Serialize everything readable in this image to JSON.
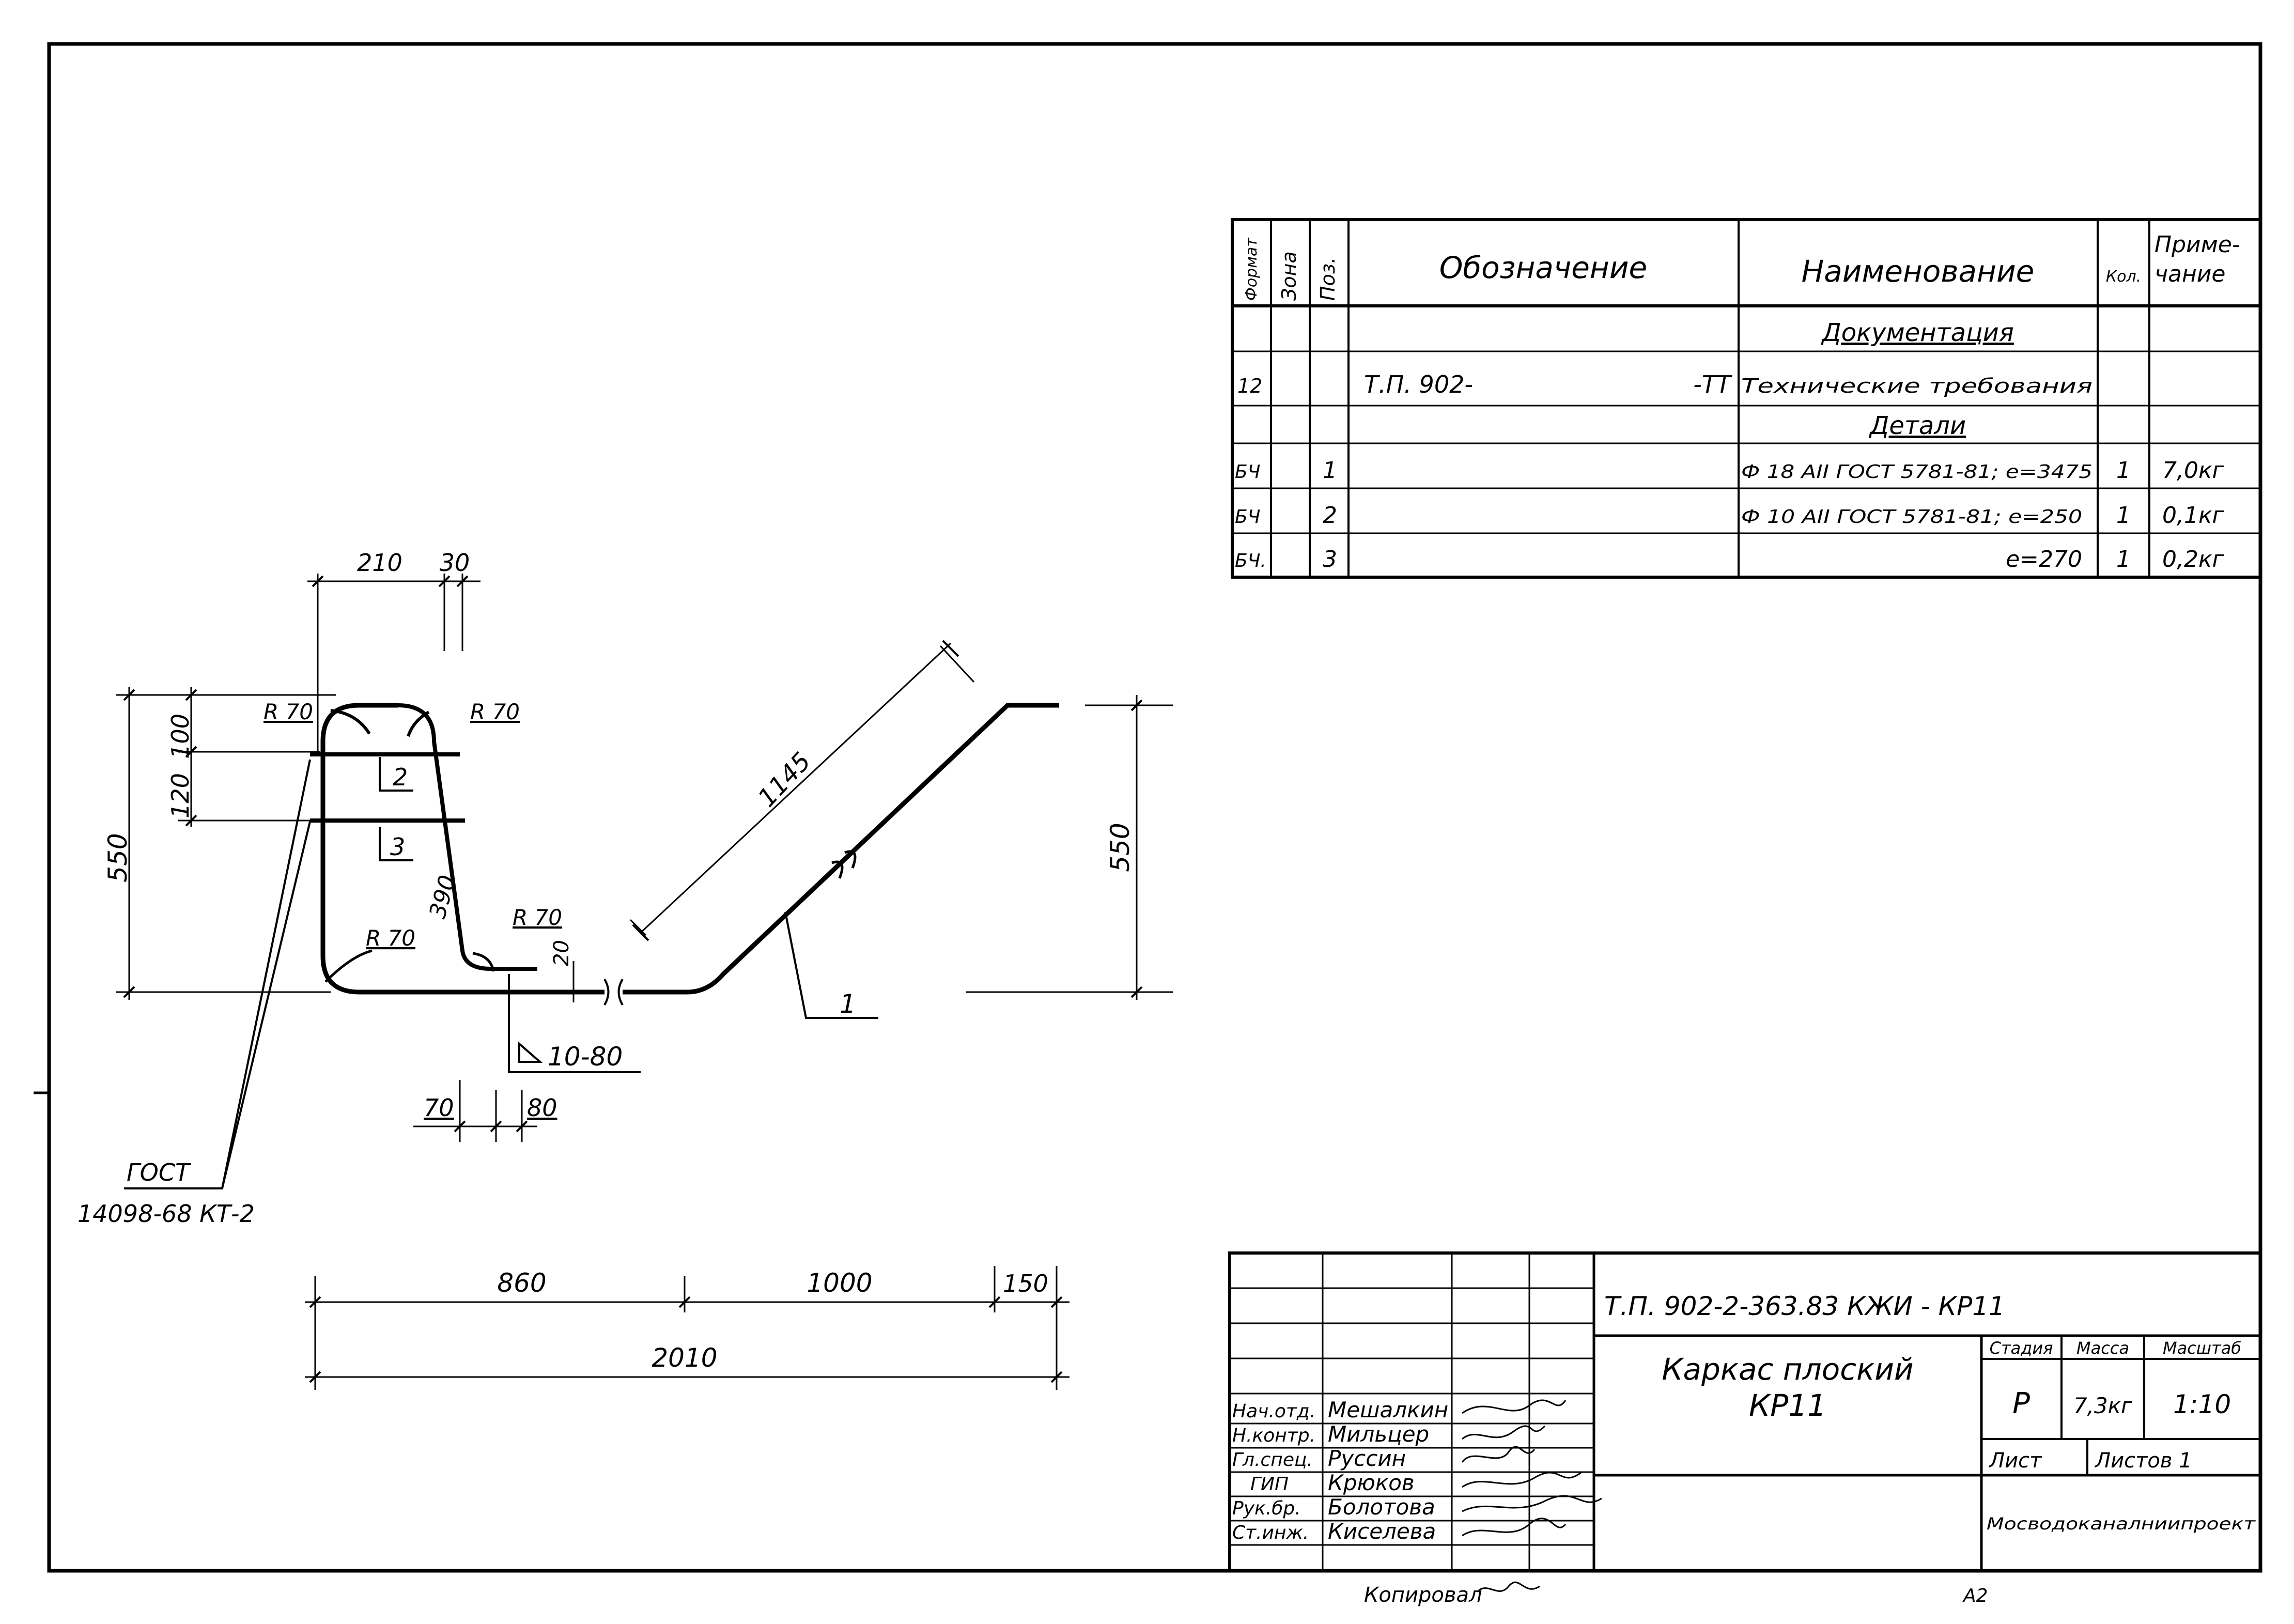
{
  "spec": {
    "headers": {
      "format": "Формат",
      "zone": "Зона",
      "pos": "Поз.",
      "designation": "Обозначение",
      "name": "Наименование",
      "qty": "Кол.",
      "note_l1": "Приме-",
      "note_l2": "чание"
    },
    "rows": [
      {
        "format": "",
        "pos": "",
        "designation": "",
        "name": "Документация",
        "qty": "",
        "note": ""
      },
      {
        "format": "12",
        "pos": "",
        "designation": "Т.П. 902-",
        "designation_suffix": "-ТТ",
        "name": "Технические требования",
        "qty": "",
        "note": ""
      },
      {
        "format": "",
        "pos": "",
        "designation": "",
        "name": "Детали",
        "qty": "",
        "note": ""
      },
      {
        "format": "БЧ",
        "pos": "1",
        "designation": "",
        "name": "Ф 18 АII ГОСТ 5781-81; е=3475",
        "qty": "1",
        "note": "7,0кг"
      },
      {
        "format": "БЧ",
        "pos": "2",
        "designation": "",
        "name": "Ф 10 АII ГОСТ 5781-81; е=250",
        "qty": "1",
        "note": "0,1кг"
      },
      {
        "format": "БЧ.",
        "pos": "3",
        "designation": "",
        "name": "е=270",
        "qty": "1",
        "note": "0,2кг"
      }
    ]
  },
  "drawing": {
    "dims": {
      "top_210": "210",
      "top_30": "30",
      "r70_tl": "R 70",
      "r70_tr": "R 70",
      "d100": "100",
      "d120": "120",
      "d550_left": "550",
      "pos2": "2",
      "pos3": "3",
      "d390": "390",
      "r70_bl": "R 70",
      "r70_br": "R 70",
      "d20": "20",
      "d1145": "1145",
      "d550_right": "550",
      "pos1": "1",
      "weld": "10-80",
      "d70": "70",
      "d80": "80",
      "gost_l1": "ГОСТ",
      "gost_l2": "14098-68 КТ-2",
      "d860": "860",
      "d1000": "1000",
      "d150": "150",
      "d2010": "2010"
    }
  },
  "title_block": {
    "code": "Т.П. 902-2-363.83   КЖИ - КР11",
    "title_l1": "Каркас плоский",
    "title_l2": "КР11",
    "stage_hdr": "Стадия",
    "mass_hdr": "Масса",
    "scale_hdr": "Масштаб",
    "stage": "Р",
    "mass": "7,3кг",
    "scale": "1:10",
    "sheet": "Лист",
    "sheets": "Листов 1",
    "org": "Мосводоканалниипроект",
    "signers": [
      {
        "role": "Нач.отд.",
        "name": "Мешалкин"
      },
      {
        "role": "Н.контр.",
        "name": "Мильцер"
      },
      {
        "role": "Гл.спец.",
        "name": "Руссин"
      },
      {
        "role": "ГИП",
        "name": "Крюков"
      },
      {
        "role": "Рук.бр.",
        "name": "Болотова"
      },
      {
        "role": "Ст.инж.",
        "name": "Киселева"
      }
    ]
  },
  "footer": {
    "left": "Копировал",
    "right": "А2"
  }
}
